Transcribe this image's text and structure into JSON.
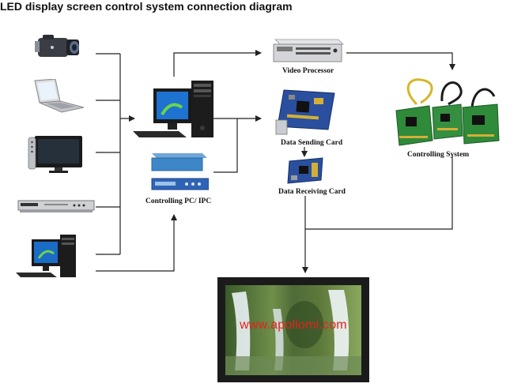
{
  "title": "LED display screen control system connection diagram",
  "labels": {
    "controlling_pc": "Controlling PC/ IPC",
    "video_processor": "Video Processor",
    "data_sending_card": "Data Sending Card",
    "data_receiving_card": "Data Receiving Card",
    "controlling_system": "Controlling System"
  },
  "led_screen": {
    "caption": "www.apollomi.com"
  },
  "icons": {
    "camcorder": "camcorder-icon",
    "laptop": "laptop-icon",
    "tv": "tv-icon",
    "dvd_player": "dvd-player-icon",
    "desktop_pc": "desktop-pc-icon",
    "controlling_pc": "controlling-pc-icon",
    "ipc": "ipc-icon",
    "video_processor": "video-processor-icon",
    "sending_card": "sending-card-icon",
    "receiving_card": "receiving-card-icon",
    "controlling_system": "controlling-system-icon",
    "led_display": "led-display-icon"
  },
  "colors": {
    "wire": "#222222",
    "caption": "#e8201c",
    "pcb_green": "#2e7d32",
    "pcb_blue": "#2a4f9e",
    "screen_frame": "#1b1b1b"
  }
}
